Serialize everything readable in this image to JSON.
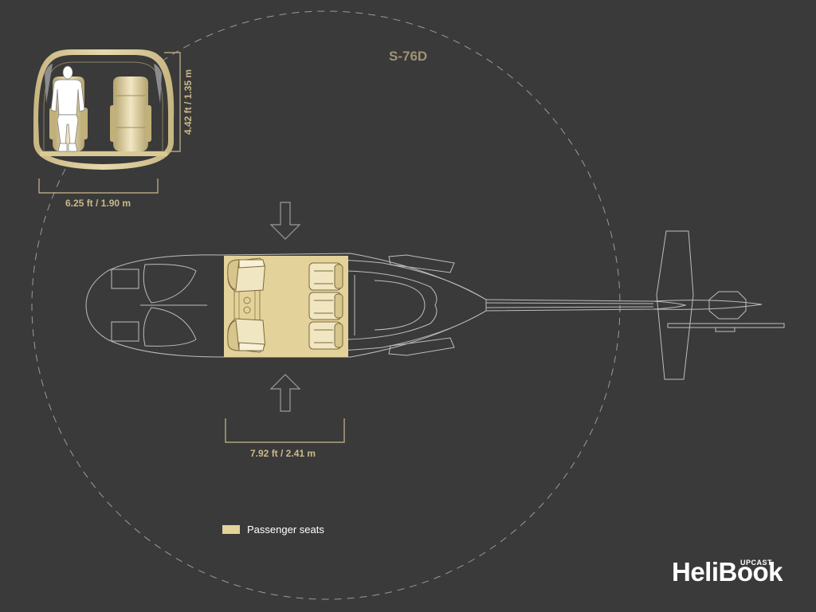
{
  "model": "S-76D",
  "cabin": {
    "width_label": "6.25 ft / 1.90 m",
    "height_label": "4.42 ft / 1.35 m",
    "length_label": "7.92 ft / 2.41 m"
  },
  "legend": {
    "passenger_seats": "Passenger seats",
    "seat_color": "#e3d29a"
  },
  "brand": {
    "name": "HeliBook",
    "superscript": "UPCAST"
  },
  "colors": {
    "background": "#3a3a3a",
    "accent": "#c9b98c",
    "outline": "#bdbdbd"
  }
}
